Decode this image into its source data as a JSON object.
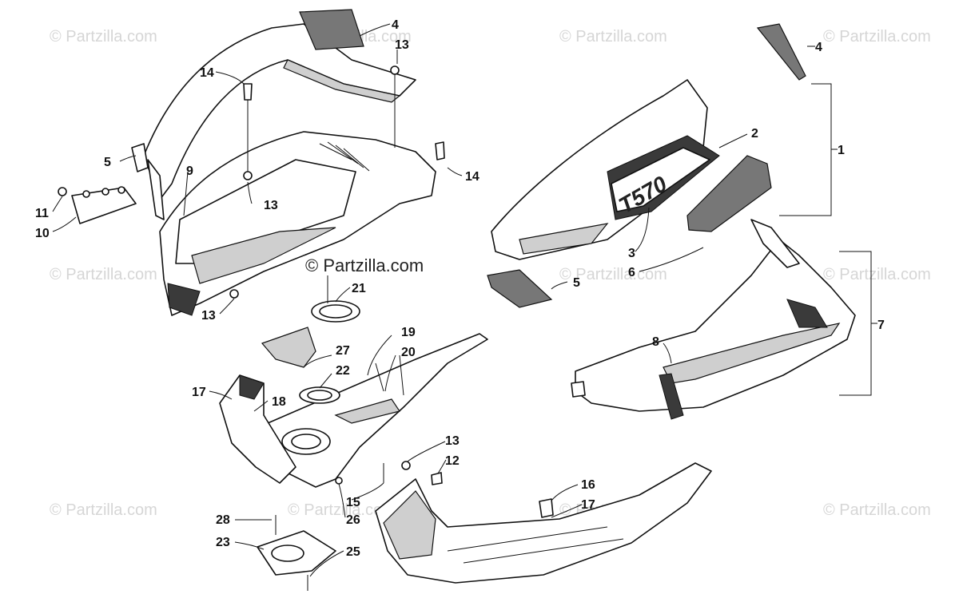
{
  "watermarks": [
    {
      "id": "w1",
      "text": "© Partzilla.com"
    },
    {
      "id": "w2",
      "text": "© Partzilla.com"
    },
    {
      "id": "w3",
      "text": "© Partzilla.com"
    },
    {
      "id": "w4",
      "text": "© Partzilla.com"
    },
    {
      "id": "w5",
      "text": "© Partzilla.com"
    },
    {
      "id": "w6",
      "text": "© Partzilla.com"
    },
    {
      "id": "w7",
      "text": "© Partzilla.com"
    },
    {
      "id": "w8",
      "text": "© Partzilla.com"
    },
    {
      "id": "w9",
      "text": "© Partzilla.com"
    },
    {
      "id": "w10",
      "text": "© Partzilla.com"
    },
    {
      "id": "w11",
      "text": "© Partzilla.com"
    }
  ],
  "center_watermark": "© Partzilla.com",
  "decal_text": "T570",
  "callouts": {
    "c1": "1",
    "c2": "2",
    "c3": "3",
    "c4a": "4",
    "c4b": "4",
    "c5a": "5",
    "c5b": "5",
    "c6": "6",
    "c7": "7",
    "c8": "8",
    "c9": "9",
    "c10": "10",
    "c11": "11",
    "c12": "12",
    "c13a": "13",
    "c13b": "13",
    "c13c": "13",
    "c13d": "13",
    "c14a": "14",
    "c14b": "14",
    "c15": "15",
    "c16": "16",
    "c17a": "17",
    "c17b": "17",
    "c18": "18",
    "c19": "19",
    "c20": "20",
    "c21": "21",
    "c22": "22",
    "c23": "23",
    "c25": "25",
    "c26": "26",
    "c27": "27",
    "c28": "28"
  }
}
